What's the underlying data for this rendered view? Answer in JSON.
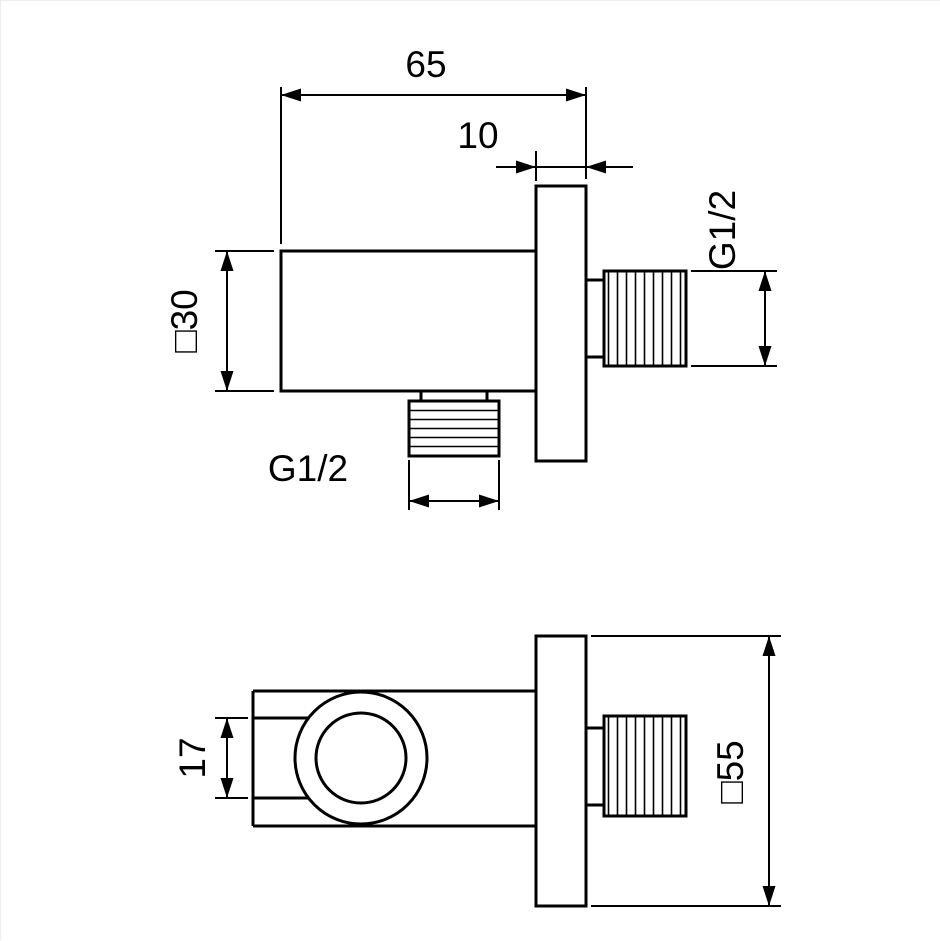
{
  "colors": {
    "line": "#000000",
    "background": "#ffffff"
  },
  "dimensions": {
    "total_depth": "65",
    "plate_thickness": "10",
    "body_square": "□30",
    "wall_thread": "G1/2",
    "outlet_thread": "G1/2",
    "plate_square": "□55",
    "holder_height": "17"
  }
}
